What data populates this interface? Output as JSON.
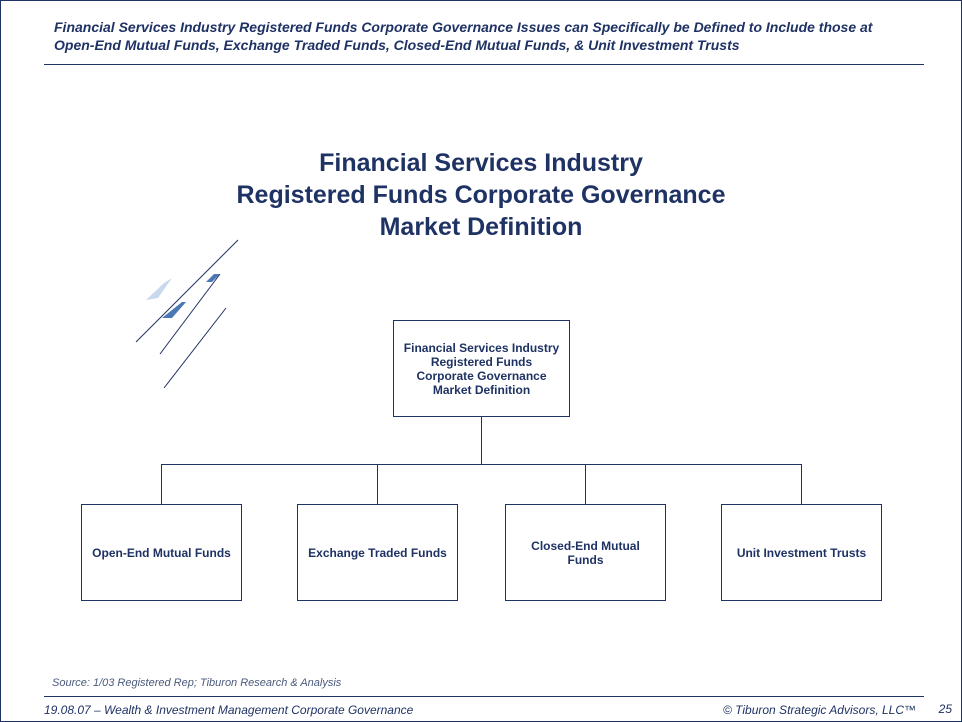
{
  "header": {
    "line1": "Financial Services Industry Registered Funds Corporate Governance Issues can Specifically be Defined to Include those at",
    "line2": "Open-End Mutual Funds, Exchange Traded Funds, Closed-End Mutual Funds, & Unit Investment Trusts"
  },
  "title": {
    "line1": "Financial Services Industry",
    "line2": "Registered Funds Corporate Governance",
    "line3": "Market Definition"
  },
  "diagram": {
    "root": {
      "line1": "Financial  Services Industry",
      "line2": "Registered Funds",
      "line3": "Corporate Governance",
      "line4": "Market Definition"
    },
    "children": [
      {
        "label": "Open-End  Mutual Funds"
      },
      {
        "label": "Exchange  Traded Funds"
      },
      {
        "label": "Closed-End  Mutual Funds"
      },
      {
        "label": "Unit  Investment Trusts"
      }
    ]
  },
  "source": "Source:  1/03 Registered Rep; Tiburon Research & Analysis",
  "footer": {
    "left": "19.08.07 – Wealth & Investment Management  Corporate  Governance",
    "right": "© Tiburon Strategic Advisors, LLC™",
    "page": "25"
  },
  "colors": {
    "primary": "#1f3264",
    "accent": "#4a78b4",
    "light_accent": "#c9d8ee"
  },
  "icons": {
    "decoration": "diagonal-lines-diamonds-icon"
  }
}
